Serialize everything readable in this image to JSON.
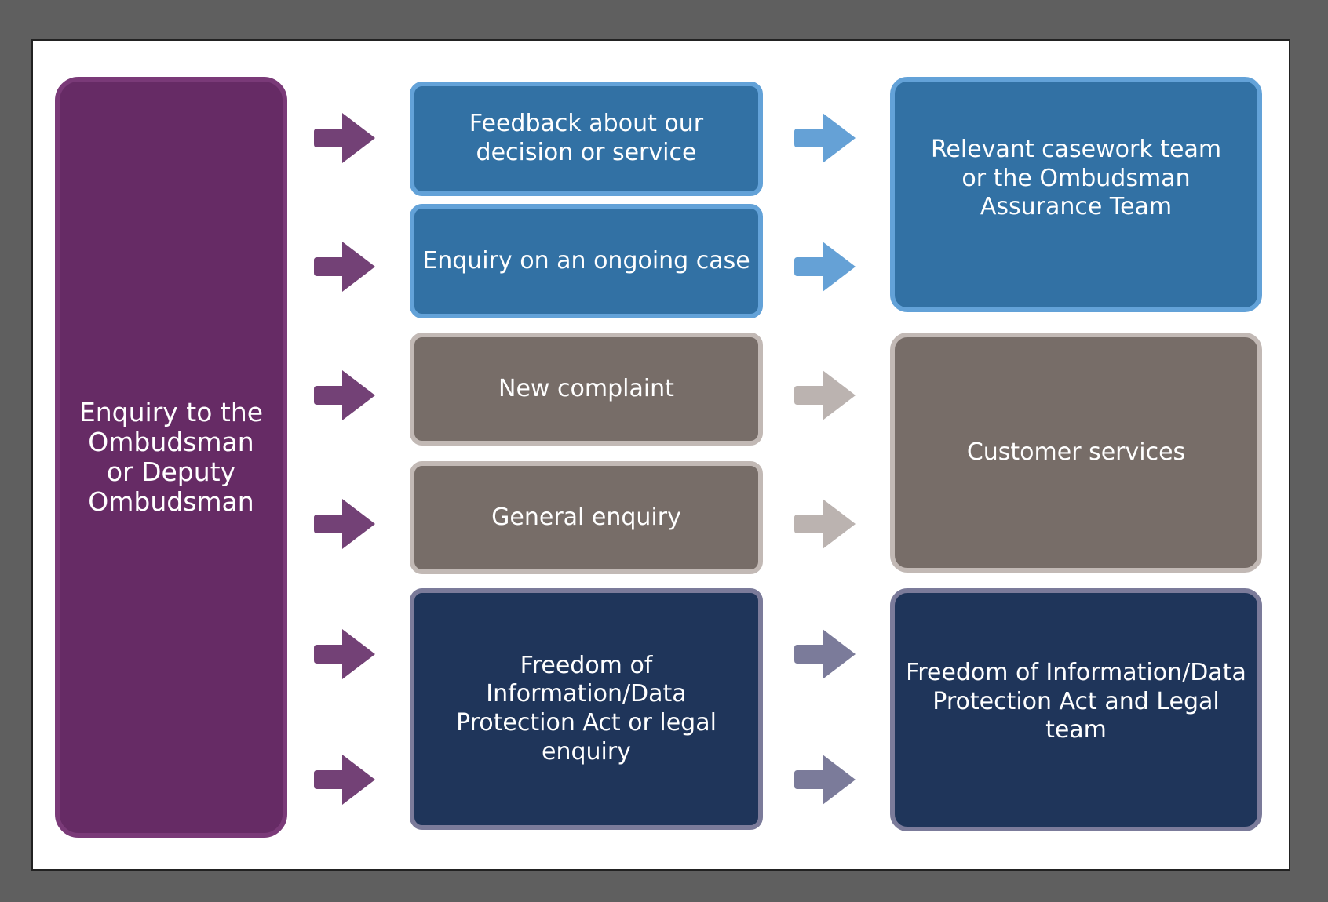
{
  "source": {
    "label": "Enquiry to the\nOmbudsman\nor Deputy\nOmbudsman"
  },
  "enquiry_types": [
    {
      "label": "Feedback about our\ndecision or service"
    },
    {
      "label": "Enquiry on an ongoing case"
    },
    {
      "label": "New complaint"
    },
    {
      "label": "General enquiry"
    },
    {
      "label": "Freedom of Information/Data\nProtection Act or legal enquiry"
    }
  ],
  "destinations": [
    {
      "label": "Relevant casework team\nor the Ombudsman\nAssurance Team"
    },
    {
      "label": "Customer services"
    },
    {
      "label": "Freedom of Information/Data\nProtection Act and Legal team"
    }
  ],
  "colors": {
    "purple_fill": "#662b65",
    "purple_border": "#7a3a78",
    "purple_arrow": "#734176",
    "blue_fill": "#3271a4",
    "blue_border": "#63a2d8",
    "blue_arrow": "#65a1d6",
    "grey_fill": "#776d68",
    "grey_border": "#c2b9b5",
    "grey_arrow": "#bbb3b0",
    "navy_fill": "#1f355a",
    "navy_border": "#7b7b9a",
    "navy_arrow": "#7b7b9a"
  }
}
